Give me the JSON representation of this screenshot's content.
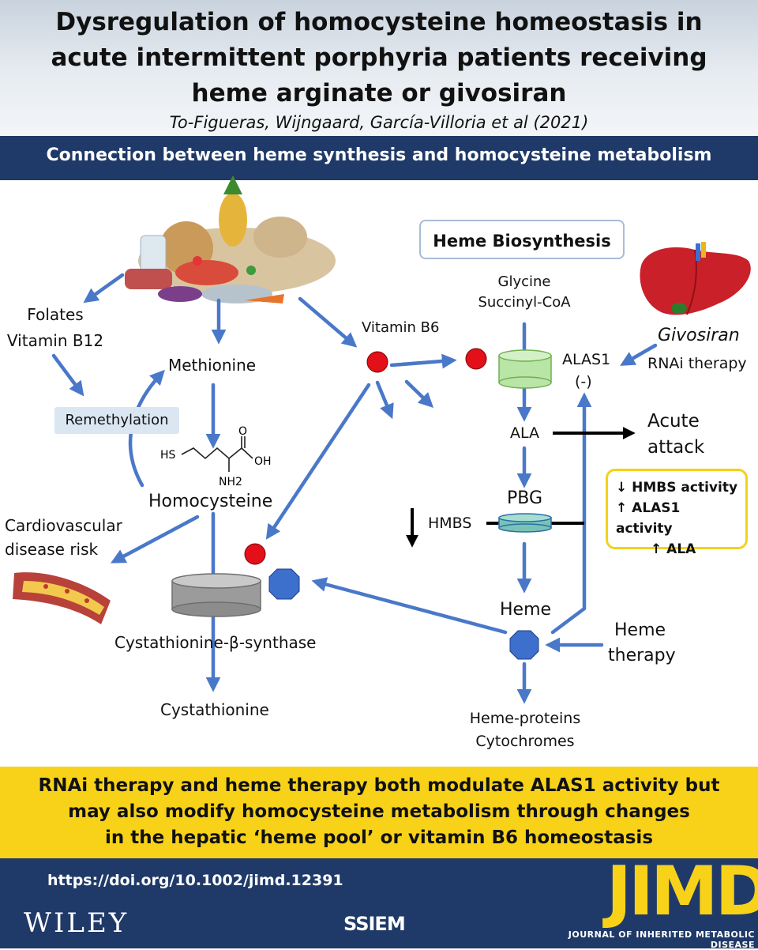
{
  "header": {
    "title_lines": [
      "Dysregulation of homocysteine homeostasis in",
      "acute intermittent porphyria patients receiving",
      "heme arginate or givosiran"
    ],
    "authors": "To-Figueras, Wijngaard, García-Villoria et al (2021)",
    "subtitle": "Connection between heme synthesis and homocysteine metabolism"
  },
  "diagram": {
    "heme_box": "Heme Biosynthesis",
    "folates": "Folates",
    "vitamin_b12": "Vitamin B12",
    "methionine": "Methionine",
    "remethylation": "Remethylation",
    "homocysteine": "Homocysteine",
    "molecule": {
      "hs": "HS",
      "o": "O",
      "oh": "OH",
      "nh2": "NH2"
    },
    "cardio_line1": "Cardiovascular",
    "cardio_line2": "disease risk",
    "cbs": "Cystathionine-β-synthase",
    "cystathionine": "Cystathionine",
    "vitamin_b6": "Vitamin B6",
    "glycine": "Glycine",
    "succinyl": "Succinyl-CoA",
    "alas1": "ALAS1",
    "alas1_minus": "(-)",
    "givosiran": "Givosiran",
    "rnai": "RNAi therapy",
    "ala": "ALA",
    "acute1": "Acute",
    "acute2": "attack",
    "pbg": "PBG",
    "hmbs": "HMBS",
    "heme": "Heme",
    "heme_therapy1": "Heme",
    "heme_therapy2": "therapy",
    "hemeproteins": "Heme-proteins",
    "cytochromes": "Cytochromes",
    "alert_lines": [
      "↓ HMBS activity",
      "↑ ALAS1 activity",
      "↑ ALA"
    ]
  },
  "summary_lines": [
    "RNAi therapy and heme therapy both modulate ALAS1 activity but",
    "may also modify homocysteine metabolism through changes",
    "in the hepatic ‘heme pool’ or vitamin B6 homeostasis"
  ],
  "footer": {
    "doi": "https://doi.org/10.1002/jimd.12391",
    "wiley": "WILEY",
    "ssiem": "SSIEM",
    "jimd": "JIMD",
    "jimd_sub": "JOURNAL OF INHERITED METABOLIC DISEASE"
  },
  "colors": {
    "navy": "#1f3a68",
    "arrow_blue": "#4a78c9",
    "yellow": "#f7d219",
    "red_dot": "#e3101a",
    "cylinder_green": "#b9e5a6",
    "cylinder_gray": "#9b9b9b",
    "octagon_blue": "#3d6fcc"
  },
  "icons": [
    "food-illustration",
    "liver-illustration",
    "artery-plaque-illustration",
    "red-dot-icon",
    "octagon-icon",
    "cylinder-icon"
  ]
}
